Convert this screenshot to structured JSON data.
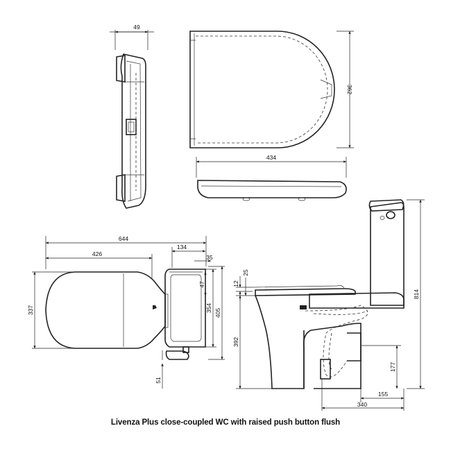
{
  "caption": "Livenza Plus close-coupled WC with raised push button flush",
  "dimensions": {
    "seat_side_depth": "49",
    "seat_length": "362",
    "seat_width": "434",
    "overall_length": "644",
    "bowl_length": "426",
    "cistern_depth": "134",
    "button_offset": "35",
    "inner_depth": "47",
    "cistern_width": "354",
    "overall_width": "405",
    "overall_depth_side": "337",
    "flush_pipe": "51",
    "seat_height_a": "25",
    "seat_height_b": "12",
    "rim_height": "392",
    "total_height": "814",
    "outlet_height": "177",
    "outlet_offset": "155",
    "wall_to_outlet": "340"
  }
}
